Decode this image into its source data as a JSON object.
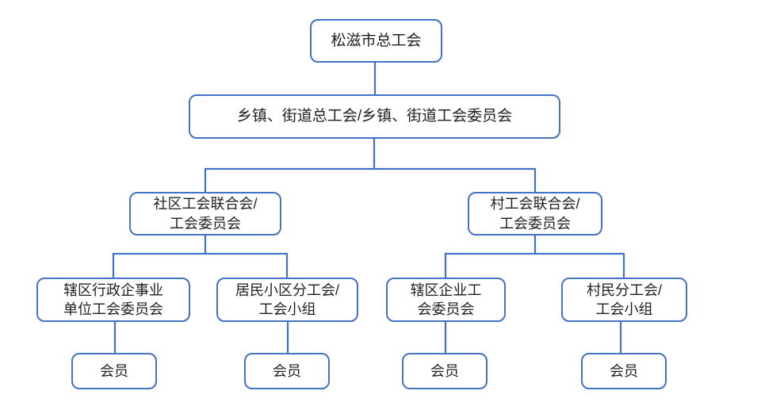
{
  "accent_color": "#4472C4",
  "text_color": "#1f1f1f",
  "nodes": {
    "root": {
      "label": "松滋市总工会"
    },
    "township": {
      "label": "乡镇、街道总工会/乡镇、街道工会委员会"
    },
    "community": {
      "label": "社区工会联合会/\n工会委员会"
    },
    "village": {
      "label": "村工会联合会/\n工会委员会"
    },
    "admin_units": {
      "label": "辖区行政企事业\n单位工会委员会"
    },
    "residential": {
      "label": "居民小区分工会/\n工会小组"
    },
    "enterprise": {
      "label": "辖区企业工\n会委员会"
    },
    "villager": {
      "label": "村民分工会/\n工会小组"
    },
    "member_1": {
      "label": "会员"
    },
    "member_2": {
      "label": "会员"
    },
    "member_3": {
      "label": "会员"
    },
    "member_4": {
      "label": "会员"
    }
  },
  "hierarchy": {
    "label": "松滋市总工会",
    "children": [
      {
        "label": "乡镇、街道总工会/乡镇、街道工会委员会",
        "children": [
          {
            "label": "社区工会联合会/工会委员会",
            "children": [
              {
                "label": "辖区行政企事业单位工会委员会",
                "children": [
                  {
                    "label": "会员"
                  }
                ]
              },
              {
                "label": "居民小区分工会/工会小组",
                "children": [
                  {
                    "label": "会员"
                  }
                ]
              }
            ]
          },
          {
            "label": "村工会联合会/工会委员会",
            "children": [
              {
                "label": "辖区企业工会委员会",
                "children": [
                  {
                    "label": "会员"
                  }
                ]
              },
              {
                "label": "村民分工会/工会小组",
                "children": [
                  {
                    "label": "会员"
                  }
                ]
              }
            ]
          }
        ]
      }
    ]
  }
}
